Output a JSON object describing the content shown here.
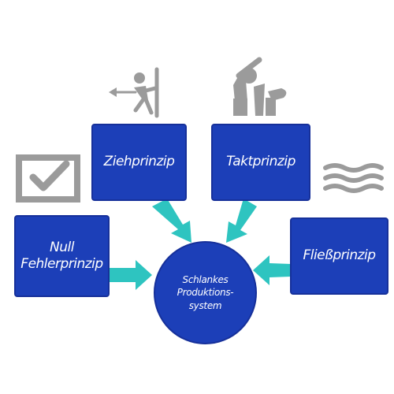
{
  "nodes": {
    "ziehprinzip": "Ziehprinzip",
    "taktprinzip": "Taktprinzip",
    "null_line1": "Null",
    "null_line2": "Fehlerprinzip",
    "fliessprinzip": "Fließprinzip",
    "center_line1": "Schlankes",
    "center_line2": "Produktions-",
    "center_line3": "system"
  },
  "colors": {
    "box": "#1c3fb8",
    "arrow": "#2ec4c0",
    "icon": "#9b9b9b"
  },
  "icons": [
    "person-pulling-icon",
    "worker-hammer-icon",
    "checkbox-icon",
    "waves-icon"
  ]
}
